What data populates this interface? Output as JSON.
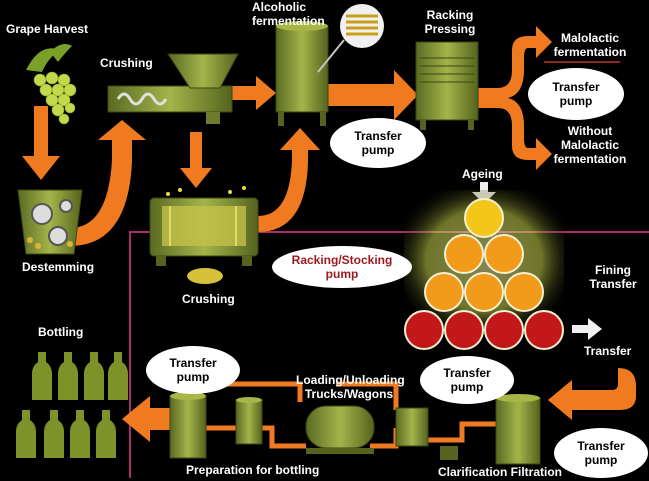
{
  "labels": {
    "grape_harvest": "Grape Harvest",
    "crushing_top": "Crushing",
    "alcoholic_fermentation": "Alcoholic\nfermentation",
    "racking_pressing": "Racking\nPressing",
    "malolactic": "Malolactic\nfermentation",
    "without_malolactic": "Without\nMalolactic\nfermentation",
    "destemming": "Destemming",
    "crushing_bottom": "Crushing",
    "ageing": "Ageing",
    "fining_transfer": "Fining\nTransfer",
    "transfer_right": "Transfer",
    "bottling": "Bottling",
    "loading_unloading": "Loading/Unloading\nTrucks/Wagons",
    "preparation_for_bottling": "Preparation for bottling",
    "clarification_filtration": "Clarification Filtration"
  },
  "pumps": {
    "transfer_1": "Transfer\npump",
    "transfer_2": "Transfer\npump",
    "racking_stocking": "Racking/Stocking\npump",
    "transfer_3": "Transfer\npump",
    "transfer_4": "Transfer\npump",
    "transfer_5": "Transfer\npump"
  },
  "colors": {
    "background": "#000000",
    "arrow_orange": "#f07a1f",
    "equipment_green": "#8a9a38",
    "equipment_dark": "#4d5a1c",
    "region_border": "#a8306a",
    "barrel_yellow": "#f2c71a",
    "barrel_orange": "#f29a1a",
    "barrel_red": "#c2181a",
    "grape_green": "#c3d84a"
  }
}
